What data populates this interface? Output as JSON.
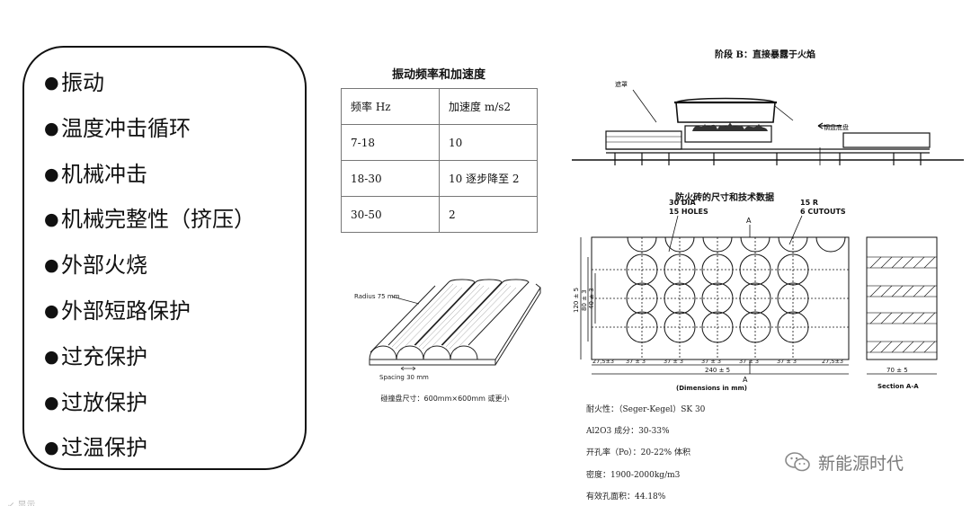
{
  "tests": [
    "振动",
    "温度冲击循环",
    "机械冲击",
    "机械完整性（挤压）",
    "外部火烧",
    "外部短路保护",
    "过充保护",
    "过放保护",
    "过温保护"
  ],
  "bullet": "●",
  "vibration_table": {
    "title": "振动频率和加速度",
    "header": [
      "频率 Hz",
      "加速度 m/s2"
    ],
    "rows": [
      [
        "7-18",
        "10"
      ],
      [
        "18-30",
        "10 逐步降至 2"
      ],
      [
        "30-50",
        "2"
      ]
    ]
  },
  "plate": {
    "radius_label": "Radius 75 mm",
    "spacing_label": "Spacing 30 mm",
    "caption": "碰撞盘尺寸：600mm×600mm 或更小"
  },
  "stage_b": {
    "title": "阶段 B：直接暴露于火焰",
    "label_left": "遮罩",
    "label_right": "钢盘底盘"
  },
  "firebrick": {
    "title": "防火砖的尺寸和技术数据",
    "holes_label_1": "30 DIA",
    "holes_label_2": "15 HOLES",
    "cutouts_label_1": "15 R",
    "cutouts_label_2": "6 CUTOUTS",
    "section_mark": "A",
    "dim_height_total": "120 ± 5",
    "dim_height_mid": "80 ± 3",
    "dim_height_inner": "40 ± 3",
    "bottom_dims": [
      "27,5±3",
      "37 ± 3",
      "37 ± 3",
      "37 ± 3",
      "37 ± 3",
      "37 ± 3",
      "27,5±3"
    ],
    "dim_width_total": "240 ± 5",
    "units_note": "(Dimensions in mm)",
    "section_dim": "70 ± 5",
    "section_label": "Section A-A"
  },
  "specs": [
    "耐火性：（Seger-Kegel）SK 30",
    "Al2O3 成分：30-33%",
    "开孔率（Po）：20-22% 体积",
    "密度：1900-2000kg/m3",
    "有效孔面积：44.18%"
  ],
  "watermark": {
    "text": "新能源时代",
    "icon": "wechat-icon"
  },
  "corner_mark": "↙ 显示"
}
